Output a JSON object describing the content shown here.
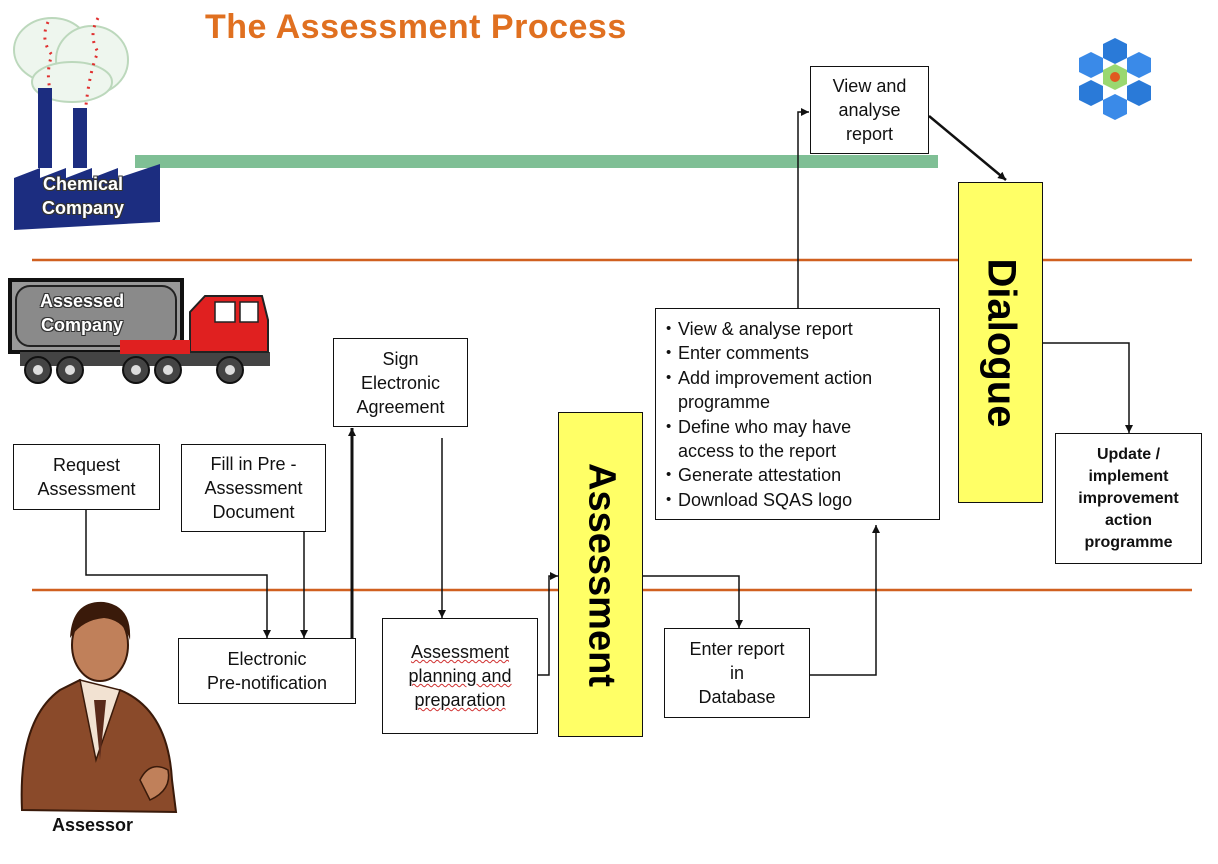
{
  "title": "The Assessment Process",
  "lanes": {
    "chemical_company": "Chemical\nCompany",
    "assessed_company": "Assessed\nCompany",
    "assessor": "Assessor"
  },
  "boxes": {
    "request_assessment": "Request\nAssessment",
    "fill_pre_assessment": "Fill in Pre -\nAssessment\nDocument",
    "sign_agreement": "Sign\nElectronic\nAgreement",
    "electronic_prenotification": "Electronic\nPre-notification",
    "assessment_planning": "Assessment\nplanning and\npreparation",
    "enter_report": "Enter report\nin\nDatabase",
    "view_analyse_report": "View and\nanalyse\nreport",
    "update_implement": "Update /\nimplement\nimprovement\naction\nprogramme"
  },
  "phases": {
    "assessment": "Assessment",
    "dialogue": "Dialogue"
  },
  "actions_list": [
    "View & analyse report",
    "Enter comments",
    "Add improvement action\n  programme",
    "Define who may have\n  access to the report",
    "Generate attestation",
    "Download SQAS logo"
  ],
  "colors": {
    "title": "#e07020",
    "lane_divider": "#d06020",
    "timeline_bar": "#7fbf95",
    "phase_fill": "#ffff66"
  },
  "icons": [
    "factory-icon",
    "truck-icon",
    "assessor-icon",
    "sqas-logo-icon"
  ]
}
